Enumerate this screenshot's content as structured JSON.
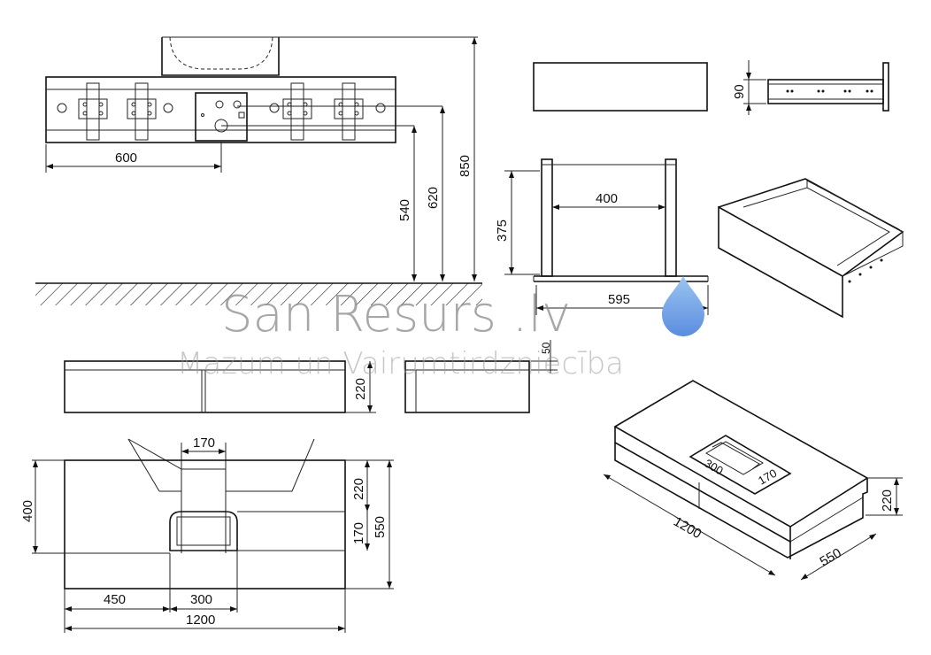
{
  "dimensions": {
    "d600": "600",
    "d540": "540",
    "d620": "620",
    "d850": "850",
    "d400_drawer": "400",
    "d375": "375",
    "d595": "595",
    "d90": "90",
    "d50": "50",
    "d220_front": "220",
    "d170_top": "170",
    "d220_plan": "220",
    "d400_plan": "400",
    "d170_plan": "170",
    "d550_plan": "550",
    "d450": "450",
    "d300_plan": "300",
    "d1200_plan": "1200",
    "d300_iso": "300",
    "d170_iso": "170",
    "d1200_iso": "1200",
    "d550_iso": "550",
    "d220_iso": "220"
  },
  "watermark": {
    "title": "San Resurs .lv",
    "subtitle": "Mazum un Vairumtirdzniecība"
  },
  "colors": {
    "line": "#111111",
    "drop_top": "#9bc4f0",
    "drop_bottom": "#5b8de0"
  }
}
